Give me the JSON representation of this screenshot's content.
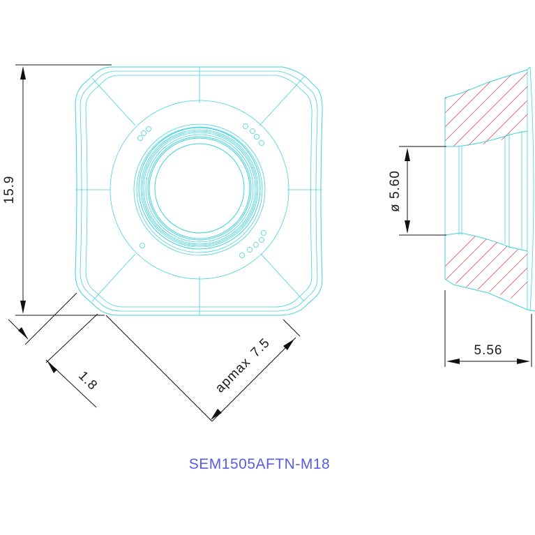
{
  "part_number": "SEM1505AFTN-M18",
  "dimensions": {
    "height": "15.9",
    "chamfer": "1.8",
    "apmax_label": "apmax",
    "apmax_value": "7.5",
    "bore_diameter": "ø 5.60",
    "thickness": "5.56"
  },
  "colors": {
    "outline": "#3cd2de",
    "dimension": "#111111",
    "hatch": "#e0606a",
    "part_label": "#5a5ae8"
  }
}
